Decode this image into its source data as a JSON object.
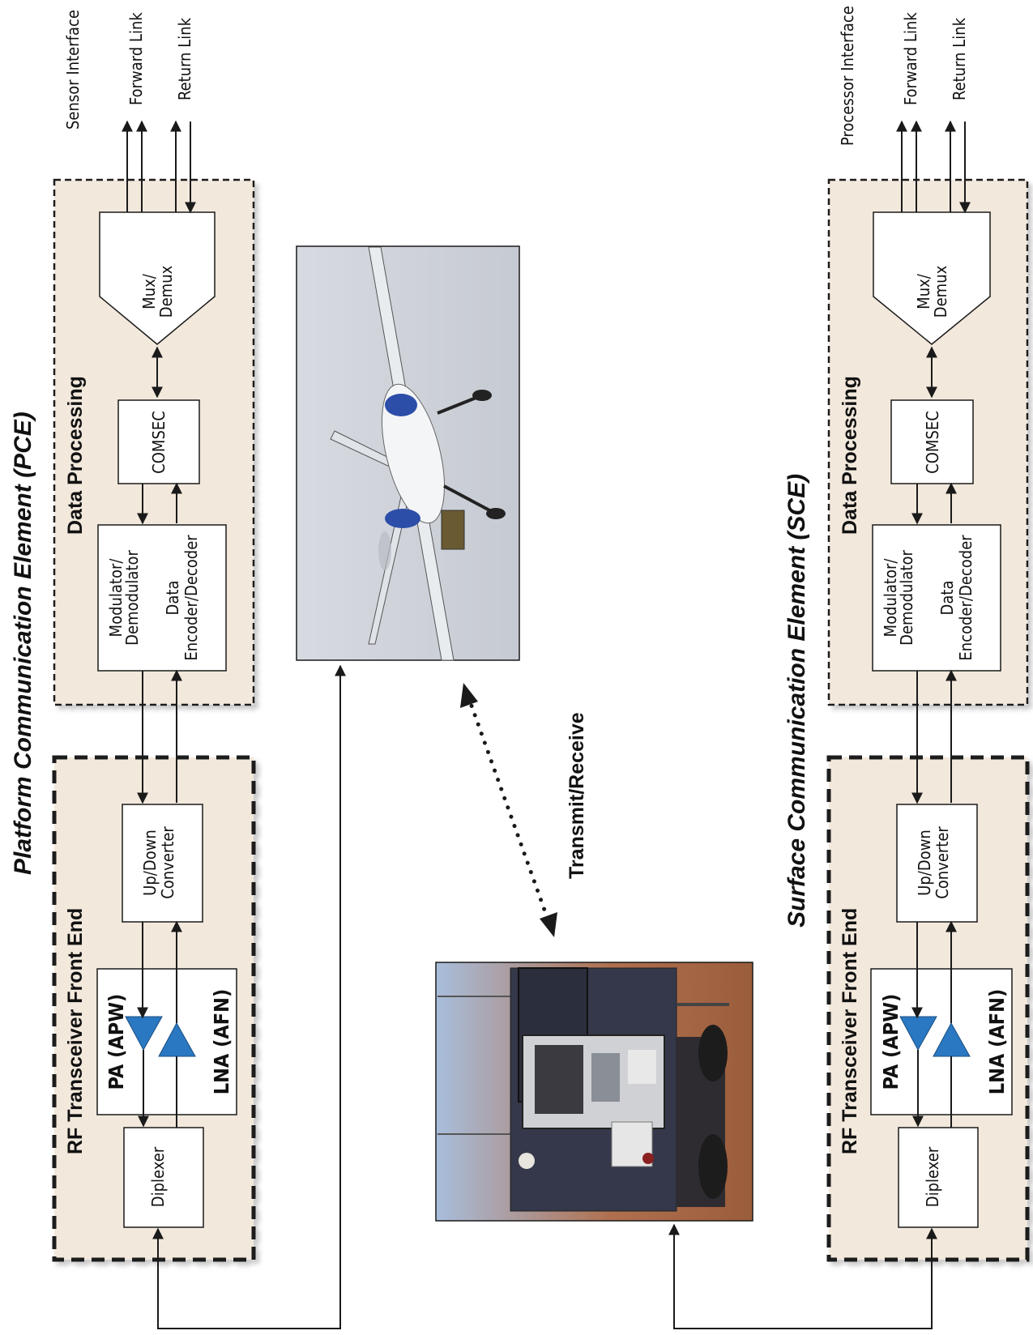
{
  "pce": {
    "title": "Platform Communication Element (PCE)",
    "rf_front_end": "RF Transceiver Front End",
    "data_processing": "Data Processing",
    "io": [
      "Sensor Interface",
      "Forward Link",
      "Return Link"
    ]
  },
  "sce": {
    "title": "Surface Communication Element (SCE)",
    "rf_front_end": "RF Transceiver Front End",
    "data_processing": "Data Processing",
    "io": [
      "Processor Interface",
      "Forward Link",
      "Return Link"
    ]
  },
  "blocks": {
    "diplexer": "Diplexer",
    "pa": "PA (APW)",
    "lna": "LNA (AFN)",
    "updown": [
      "Up/Down",
      "Converter"
    ],
    "modem": [
      "Modulator/",
      "Demodulator"
    ],
    "codec": [
      "Data",
      "Encoder/Decoder"
    ],
    "comsec": "COMSEC",
    "mux": [
      "Mux/",
      "Demux"
    ]
  },
  "link": {
    "label": "Transmit/Receive"
  },
  "colors": {
    "panel_fill": "#f2e8dc",
    "amp_fill": "#2a78c2",
    "line": "#1a1a1a"
  }
}
